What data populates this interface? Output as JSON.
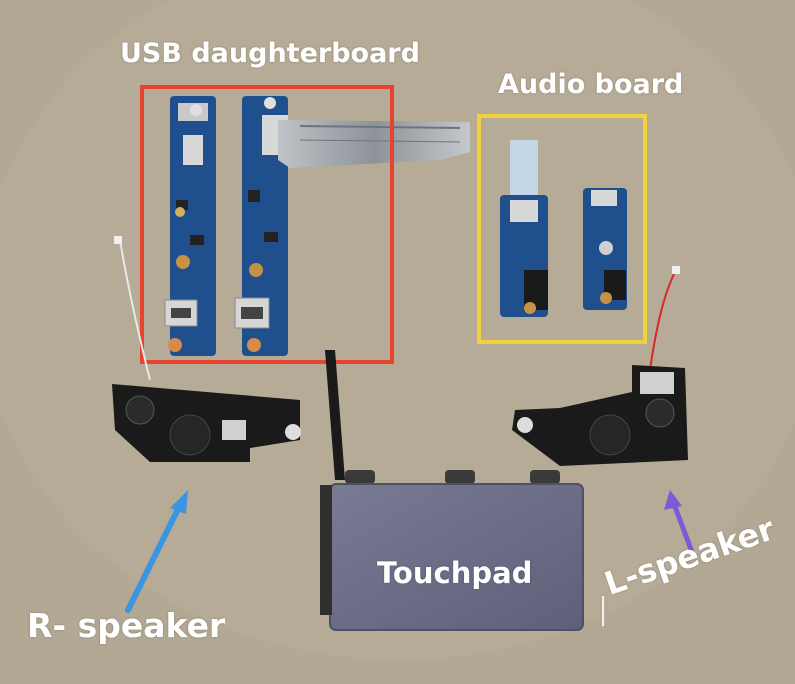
{
  "labels": {
    "usb_daughterboard": "USB daughterboard",
    "audio_board": "Audio board",
    "touchpad": "Touchpad",
    "r_speaker": "R- speaker",
    "l_speaker": "L-speaker",
    "l_speaker_mark": "|"
  },
  "colors": {
    "background": "#b3a893",
    "usb_box": "#e8432e",
    "audio_box": "#f2d23c",
    "r_arrow": "#3c95e0",
    "l_arrow": "#7a5ad6",
    "board_pcb": "#1f4f8c",
    "touchpad": "#6b6d86",
    "speaker_body": "#1a1a1a"
  },
  "icons": {
    "r_arrow": "arrow-up-right-icon",
    "l_arrow": "arrow-up-left-icon"
  }
}
